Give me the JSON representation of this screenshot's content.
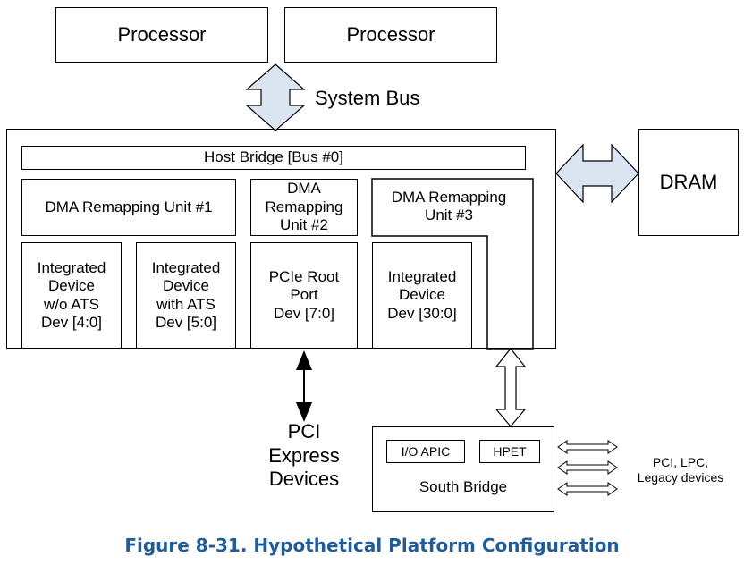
{
  "processors": [
    "Processor",
    "Processor"
  ],
  "system_bus_label": "System Bus",
  "dram_label": "DRAM",
  "host_bridge_label": "Host Bridge [Bus #0]",
  "dma_units": [
    "DMA Remapping Unit #1",
    "DMA\nRemapping\nUnit #2",
    "DMA Remapping\nUnit #3"
  ],
  "devices": [
    "Integrated\nDevice\nw/o ATS\nDev [4:0]",
    "Integrated\nDevice\nwith ATS\nDev [5:0]",
    "PCIe Root\nPort\nDev [7:0]",
    "Integrated\nDevice\nDev [30:0]"
  ],
  "pci_express_label": "PCI\nExpress\nDevices",
  "south_bridge": {
    "title": "South Bridge",
    "ioapic": "I/O APIC",
    "hpet": "HPET"
  },
  "legacy_label": "PCI, LPC,\nLegacy devices",
  "caption": "Figure 8-31.  Hypothetical Platform Configuration"
}
